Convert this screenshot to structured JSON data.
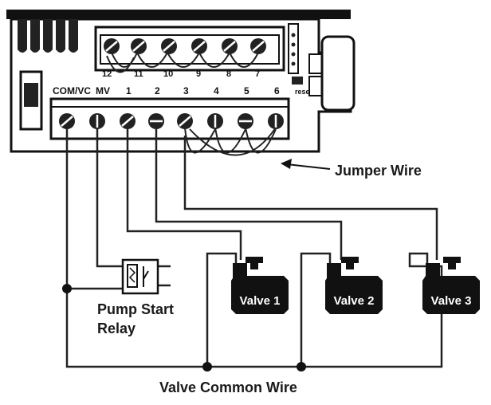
{
  "diagram": {
    "terminal_labels_bottom": [
      "COM/VC",
      "MV",
      "1",
      "2",
      "3",
      "4",
      "5",
      "6"
    ],
    "terminal_labels_top": [
      "12",
      "11",
      "10",
      "9",
      "8",
      "7"
    ],
    "reset_label": "reset",
    "jumper_wire_label": "Jumper Wire",
    "pump_relay_label_line1": "Pump Start",
    "pump_relay_label_line2": "Relay",
    "valve_common_label": "Valve Common Wire",
    "valves": [
      "Valve 1",
      "Valve 2",
      "Valve 3"
    ]
  }
}
